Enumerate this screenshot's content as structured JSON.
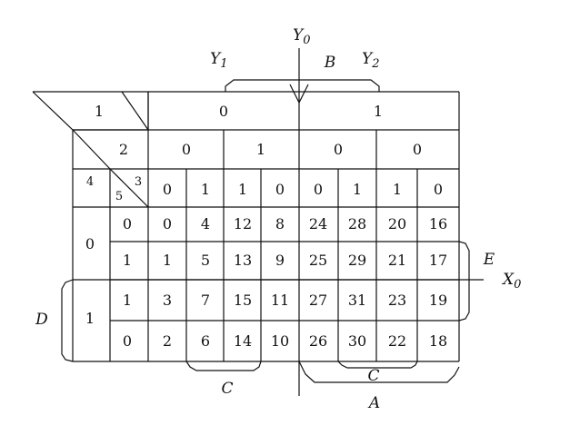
{
  "header": {
    "var1_label": "1",
    "var2_label": "2",
    "var3_label": "3",
    "var4_label": "4",
    "var5_label": "5",
    "var1_values": [
      "0",
      "1"
    ],
    "var2_values": [
      "0",
      "1",
      "0",
      "0"
    ],
    "var3_values": [
      "0",
      "1",
      "1",
      "0",
      "0",
      "1",
      "1",
      "0"
    ],
    "var4_values": [
      "0",
      "1"
    ],
    "var5_values": [
      "0",
      "1",
      "1",
      "0"
    ]
  },
  "cells": [
    [
      "0",
      "4",
      "12",
      "8",
      "24",
      "28",
      "20",
      "16"
    ],
    [
      "1",
      "5",
      "13",
      "9",
      "25",
      "29",
      "21",
      "17"
    ],
    [
      "3",
      "7",
      "15",
      "11",
      "27",
      "31",
      "23",
      "19"
    ],
    [
      "2",
      "6",
      "14",
      "10",
      "26",
      "30",
      "22",
      "18"
    ]
  ],
  "labels": {
    "Y0": {
      "base": "Y",
      "sub": "0"
    },
    "Y1": {
      "base": "Y",
      "sub": "1"
    },
    "Y2": {
      "base": "Y",
      "sub": "2"
    },
    "X0": {
      "base": "X",
      "sub": "0"
    },
    "A": "A",
    "B": "B",
    "C_left": "C",
    "C_right": "C",
    "D": "D",
    "E": "E"
  }
}
